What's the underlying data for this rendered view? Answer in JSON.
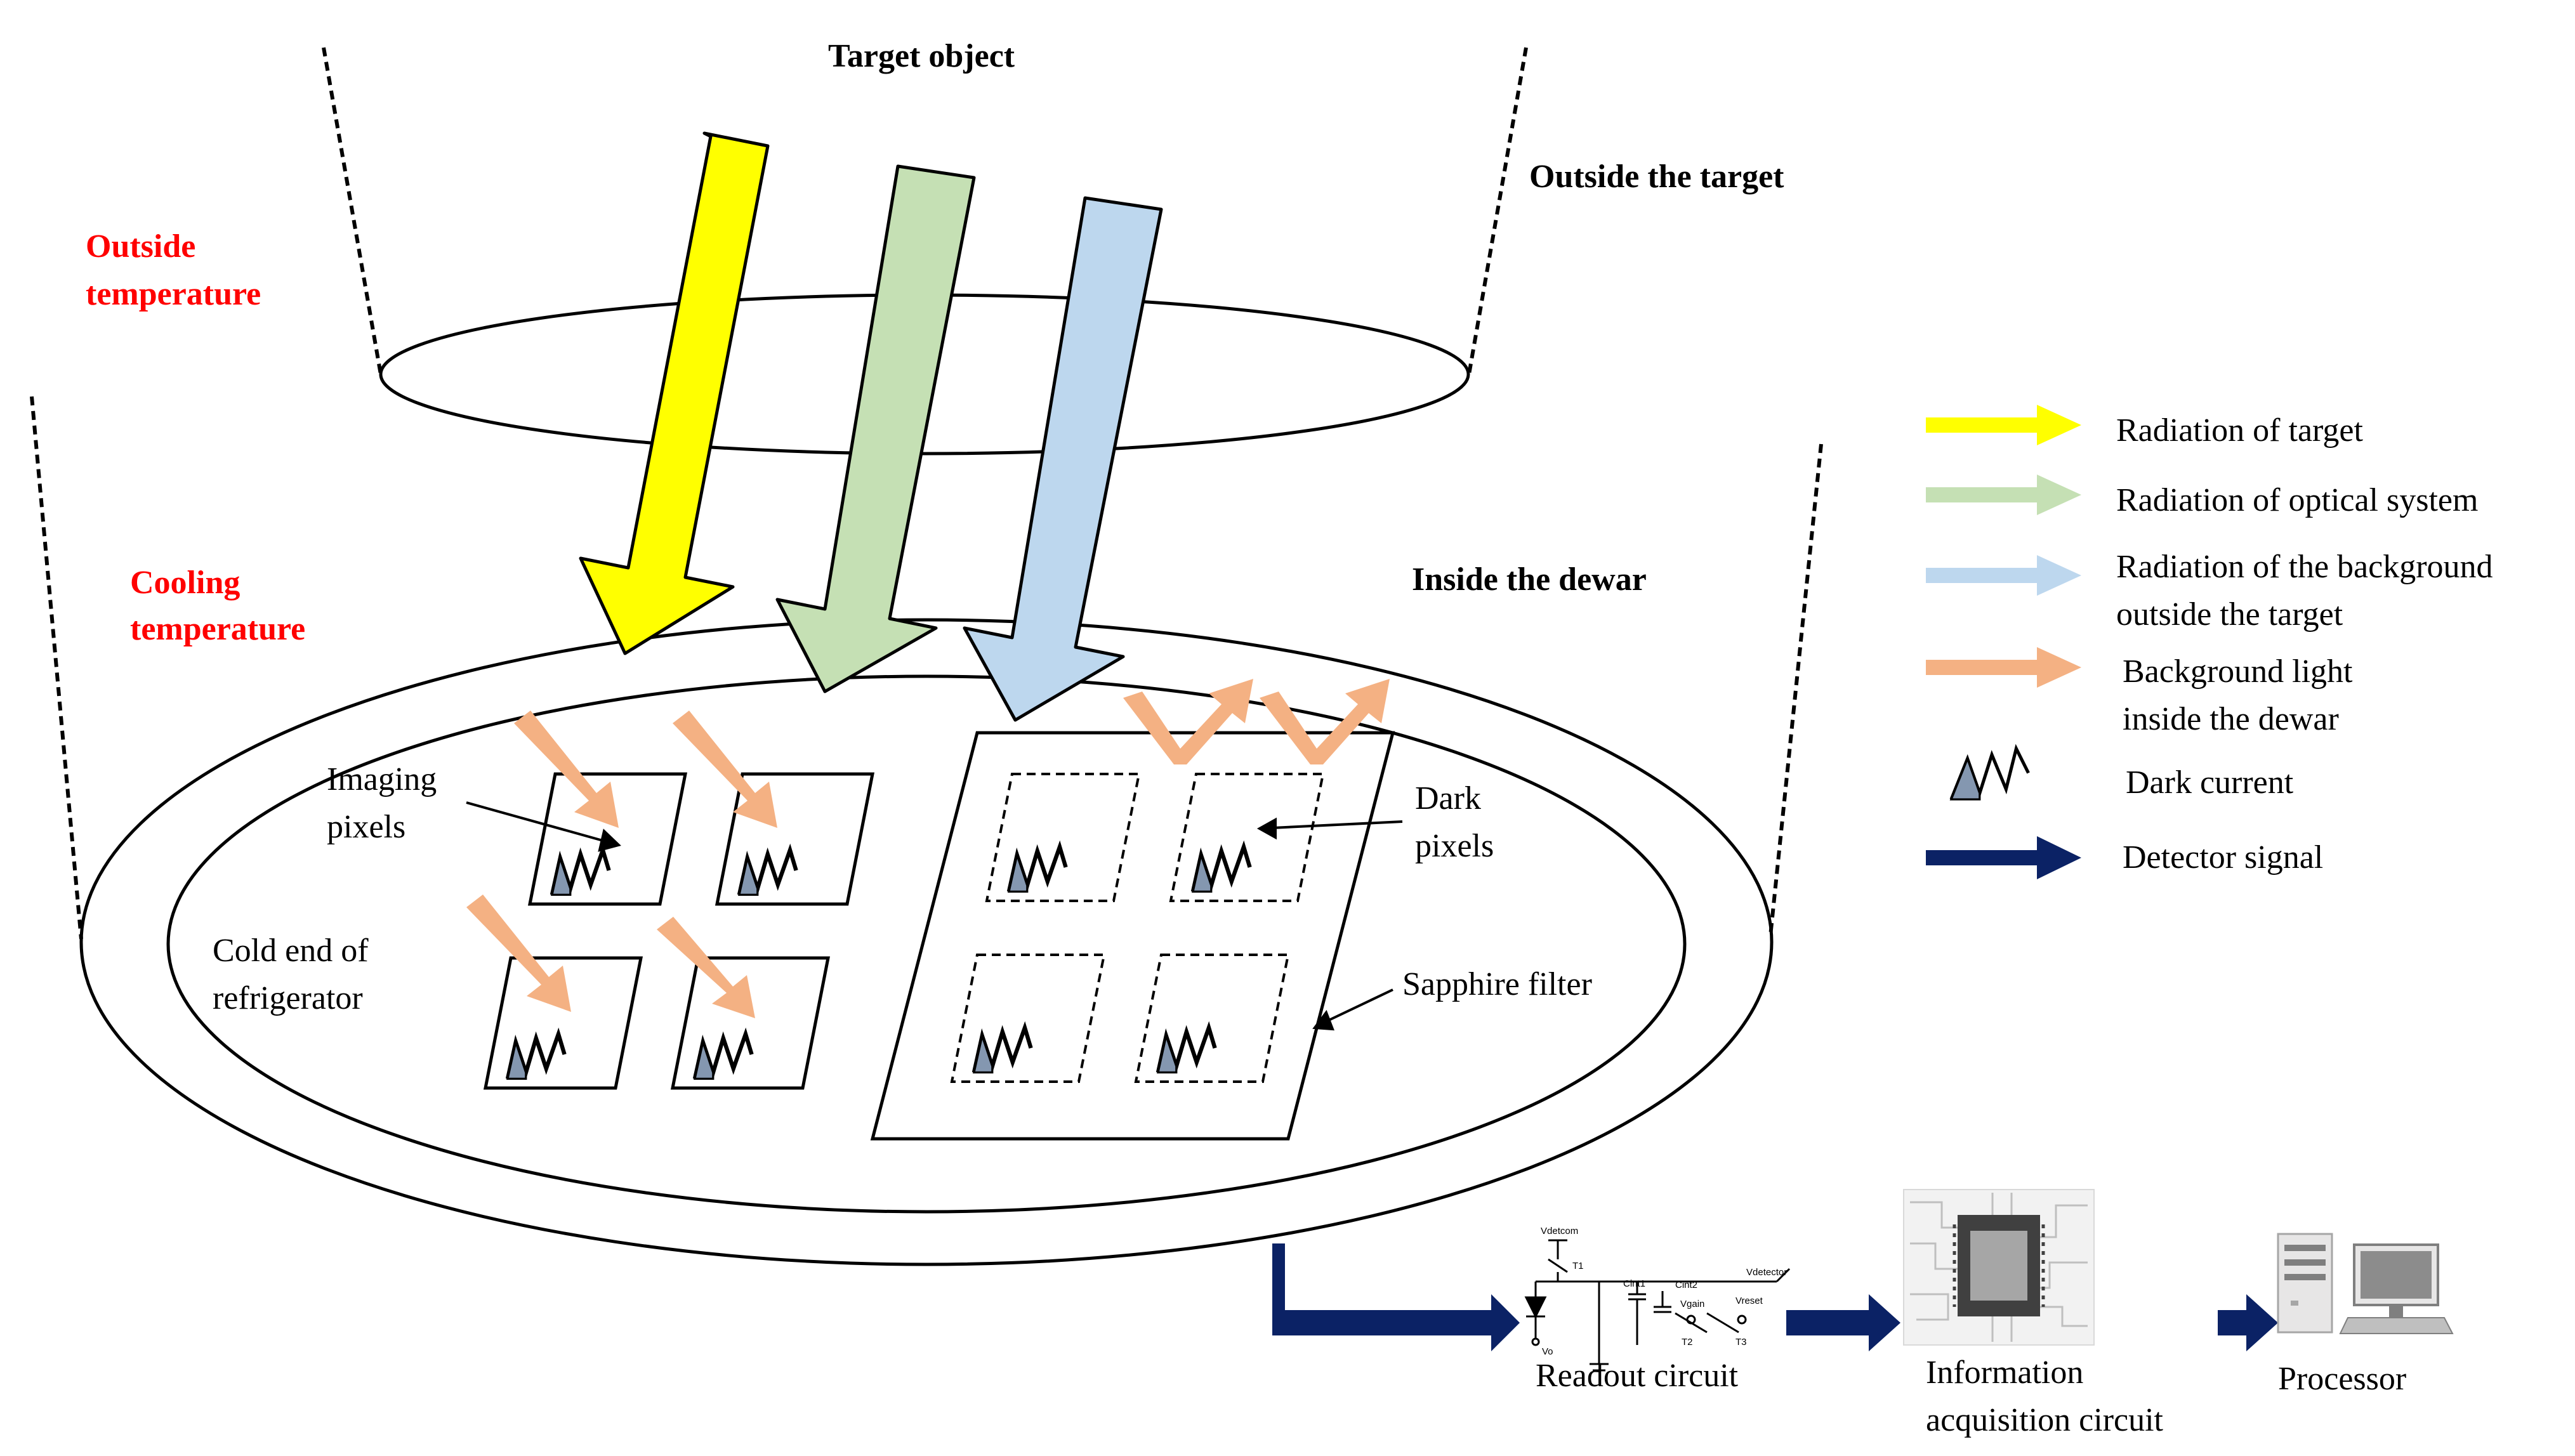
{
  "labels": {
    "target_object": "Target object",
    "outside_target": "Outside the target",
    "outside_temperature": [
      "Outside",
      "temperature"
    ],
    "cooling_temperature": [
      "Cooling",
      "temperature"
    ],
    "inside_dewar": "Inside the dewar",
    "imaging_pixels": [
      "Imaging",
      "pixels"
    ],
    "cold_end": [
      "Cold end of",
      "refrigerator"
    ],
    "dark_pixels": [
      "Dark",
      "pixels"
    ],
    "sapphire_filter": "Sapphire filter",
    "readout_circuit": "Readout circuit",
    "info_acq_circuit": [
      "Information",
      "acquisition circuit"
    ],
    "processor": "Processor"
  },
  "circuit_labels": {
    "vdetcom": "Vdetcom",
    "t1": "T1",
    "vo": "Vo",
    "cint1": "Cint1",
    "cint2": "Cint2",
    "vgain": "Vgain",
    "t2": "T2",
    "vreset": "Vreset",
    "t3": "T3",
    "vdetector": "Vdetector"
  },
  "legend": [
    {
      "lines": [
        "Radiation of target"
      ],
      "color": "#ffff00",
      "kind": "arrow"
    },
    {
      "lines": [
        "Radiation of optical system"
      ],
      "color": "#c5e0b4",
      "kind": "arrow"
    },
    {
      "lines": [
        "Radiation of the background",
        "outside the target"
      ],
      "color": "#bdd7ee",
      "kind": "arrow"
    },
    {
      "lines": [
        "Background light",
        "inside the dewar"
      ],
      "color": "#f4b183",
      "kind": "arrow"
    },
    {
      "lines": [
        "Dark current"
      ],
      "color": "#8497b0",
      "kind": "dark-current"
    },
    {
      "lines": [
        "Detector signal"
      ],
      "color": "#0b2265",
      "kind": "arrow"
    }
  ],
  "colors": {
    "target": "#ffff00",
    "optical": "#c5e0b4",
    "background": "#bdd7ee",
    "dewar_light": "#f4b183",
    "dark_current": "#8497b0",
    "signal": "#0b2265",
    "temperature_text": "#ff0000"
  }
}
